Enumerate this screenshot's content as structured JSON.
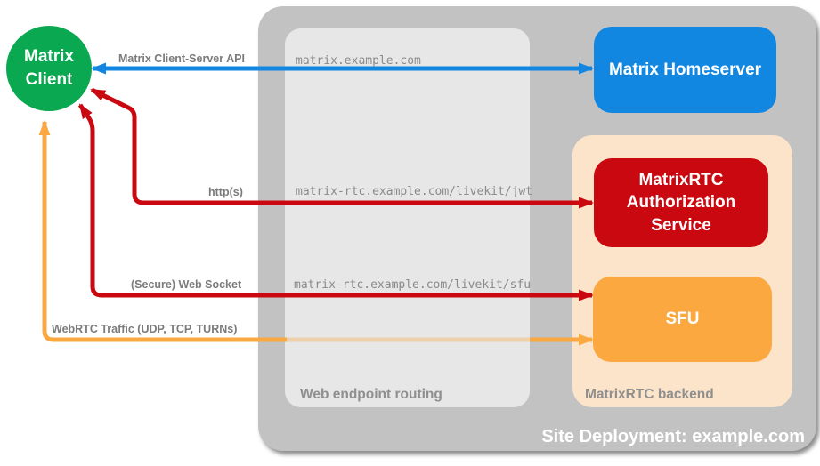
{
  "colors": {
    "green": "#0aa850",
    "blue": "#1187e1",
    "red": "#c9080f",
    "orange": "#faa83f",
    "peach": "#fce4ca",
    "site-gray": "#c2c2c2",
    "routing-gray": "#e7e7e7",
    "arrow-label": "#7b7b7b",
    "url-label": "#8a8a8a",
    "caption-label": "#8f8f8f"
  },
  "nodes": {
    "client": "Matrix Client",
    "homeserver": "Matrix Homeserver",
    "auth_service": "MatrixRTC Authorization Service",
    "sfu": "SFU"
  },
  "containers": {
    "site": "Site Deployment: example.com",
    "routing": "Web endpoint routing",
    "backend": "MatrixRTC backend"
  },
  "connections": {
    "cs_api": {
      "label": "Matrix Client-Server API",
      "endpoint": "matrix.example.com",
      "bidirectional": true
    },
    "jwt": {
      "label": "http(s)",
      "endpoint": "matrix-rtc.example.com/livekit/jwt",
      "bidirectional": true
    },
    "sfu_ws": {
      "label": "(Secure) Web Socket",
      "endpoint": "matrix-rtc.example.com/livekit/sfu",
      "bidirectional": true
    },
    "webrtc": {
      "label": "WebRTC Traffic (UDP, TCP, TURNs)",
      "endpoint": "",
      "bidirectional": true
    }
  }
}
